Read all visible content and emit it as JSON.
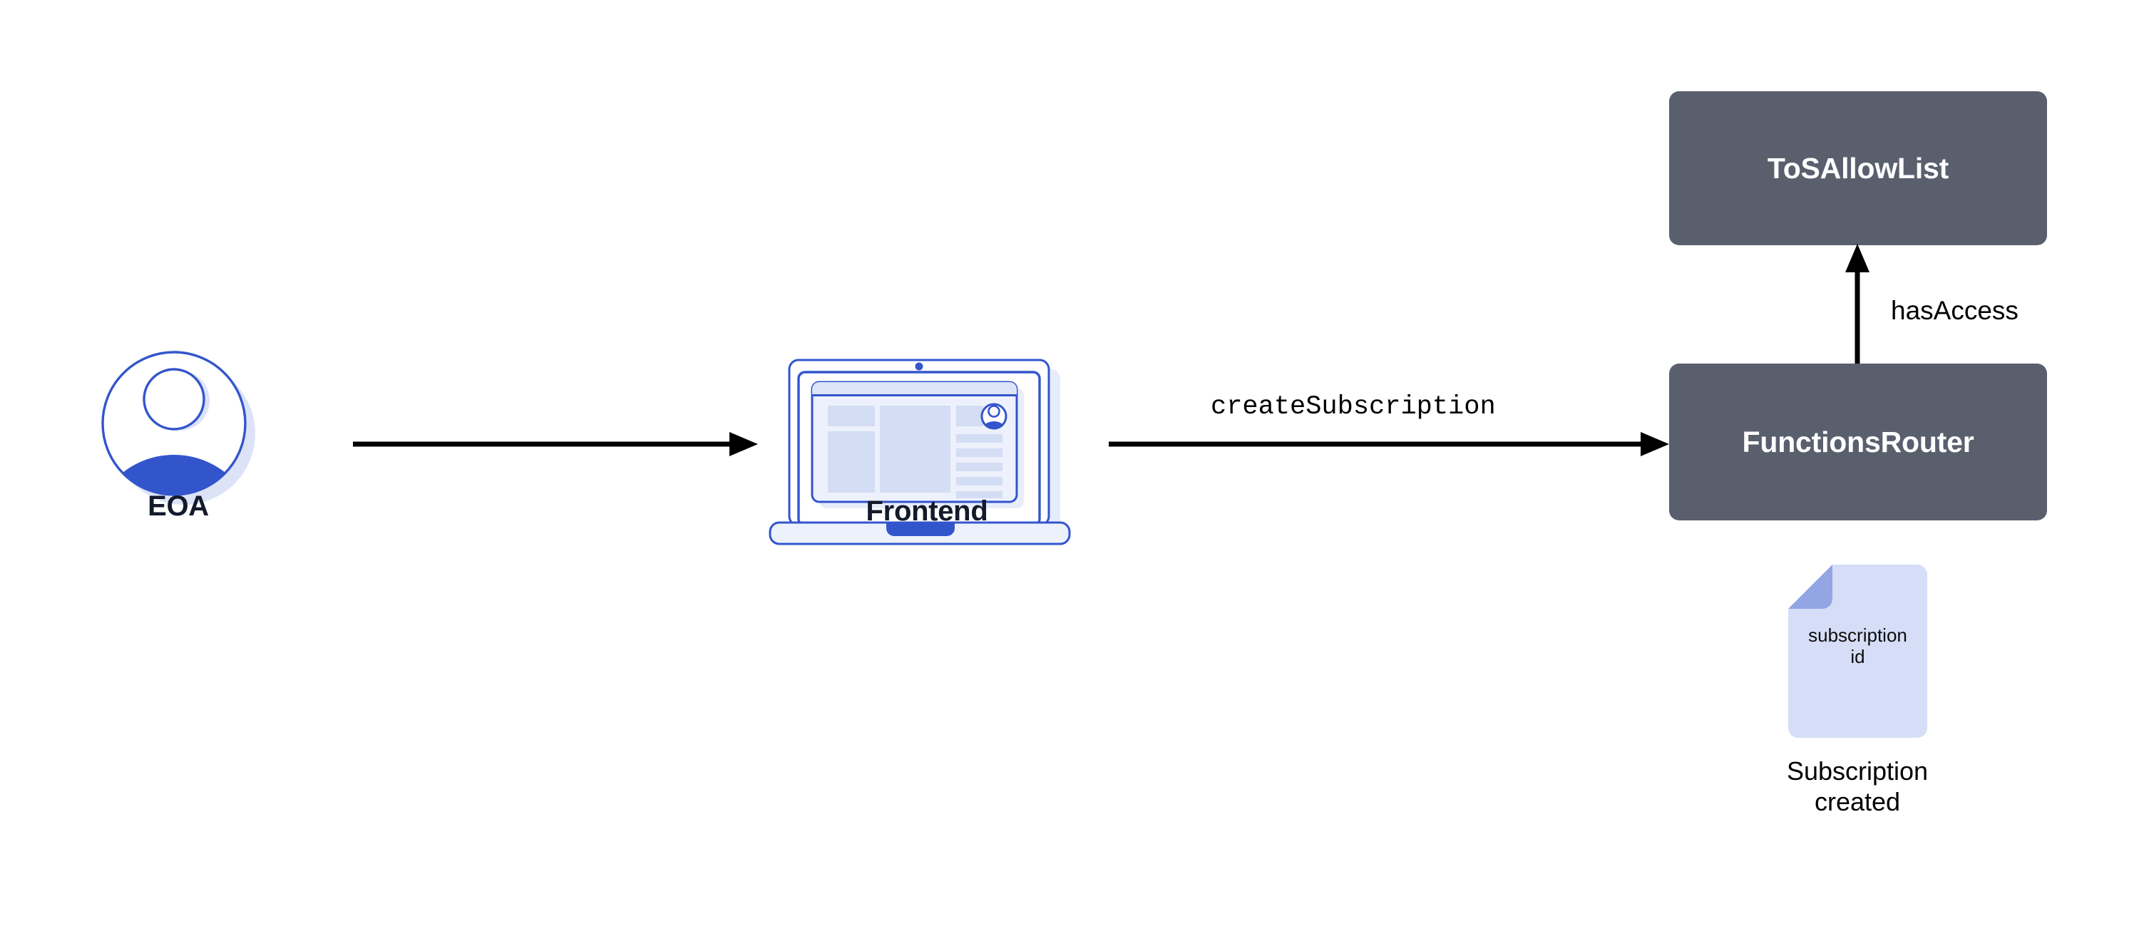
{
  "diagram": {
    "title": "Chainlink Functions subscription creation flow",
    "background_color": "#FFFFFF",
    "colors": {
      "contract_box": "#5A5F6E",
      "contract_label": "#FFFFFF",
      "node_caption": "#131A2B",
      "accent_blue": "#3355CC",
      "light_blue": "#DCE3F7",
      "doc_body": "#D6DEF7",
      "doc_fold": "#93A5E3",
      "arrow": "#000000"
    }
  },
  "nodes": {
    "eoa": {
      "caption": "EOA",
      "icon": "user-avatar-icon"
    },
    "frontend": {
      "caption": "Frontend",
      "icon": "laptop-icon"
    },
    "tos_allow_list": {
      "label": "ToSAllowList",
      "shape": "rounded-rect"
    },
    "functions_router": {
      "label": "FunctionsRouter",
      "shape": "rounded-rect"
    },
    "subscription_doc": {
      "doc_line_1": "subscription",
      "doc_line_2": "id",
      "caption_line_1": "Subscription",
      "caption_line_2": "created",
      "icon": "document-icon"
    }
  },
  "edges": [
    {
      "id": "eoa-to-frontend",
      "from": "eoa",
      "to": "frontend",
      "label": "",
      "direction": "right"
    },
    {
      "id": "frontend-to-router",
      "from": "frontend",
      "to": "functions_router",
      "label": "createSubscription",
      "direction": "right",
      "label_style": "monospace"
    },
    {
      "id": "router-to-allowlist",
      "from": "functions_router",
      "to": "tos_allow_list",
      "label": "hasAccess",
      "direction": "up",
      "label_style": "sans-serif"
    }
  ]
}
